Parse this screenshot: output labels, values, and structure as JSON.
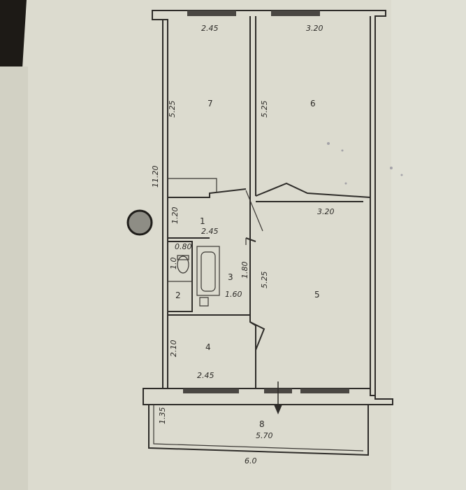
{
  "plan": {
    "rooms": [
      {
        "number": "7",
        "dims": [
          "2.45",
          "5.25"
        ]
      },
      {
        "number": "6",
        "dims": [
          "3.20",
          "5.25"
        ]
      },
      {
        "number": "1",
        "dims": [
          "2.45",
          "1.20"
        ]
      },
      {
        "number": "2",
        "dims": [
          "0.80",
          "1.0"
        ]
      },
      {
        "number": "3",
        "dims": [
          "1.60",
          "1.80"
        ]
      },
      {
        "number": "4",
        "dims": [
          "2.45",
          "2.10"
        ]
      },
      {
        "number": "5",
        "dims": [
          "3.20",
          "5.25"
        ]
      },
      {
        "number": "8",
        "dims": [
          "5.70",
          "1.35"
        ]
      }
    ],
    "overall": {
      "height": "11.20",
      "bottom": "6.0"
    }
  },
  "colors": {
    "paper": "#dcdbcf",
    "ink": "#2e2c29",
    "background": "#1d1a16"
  }
}
